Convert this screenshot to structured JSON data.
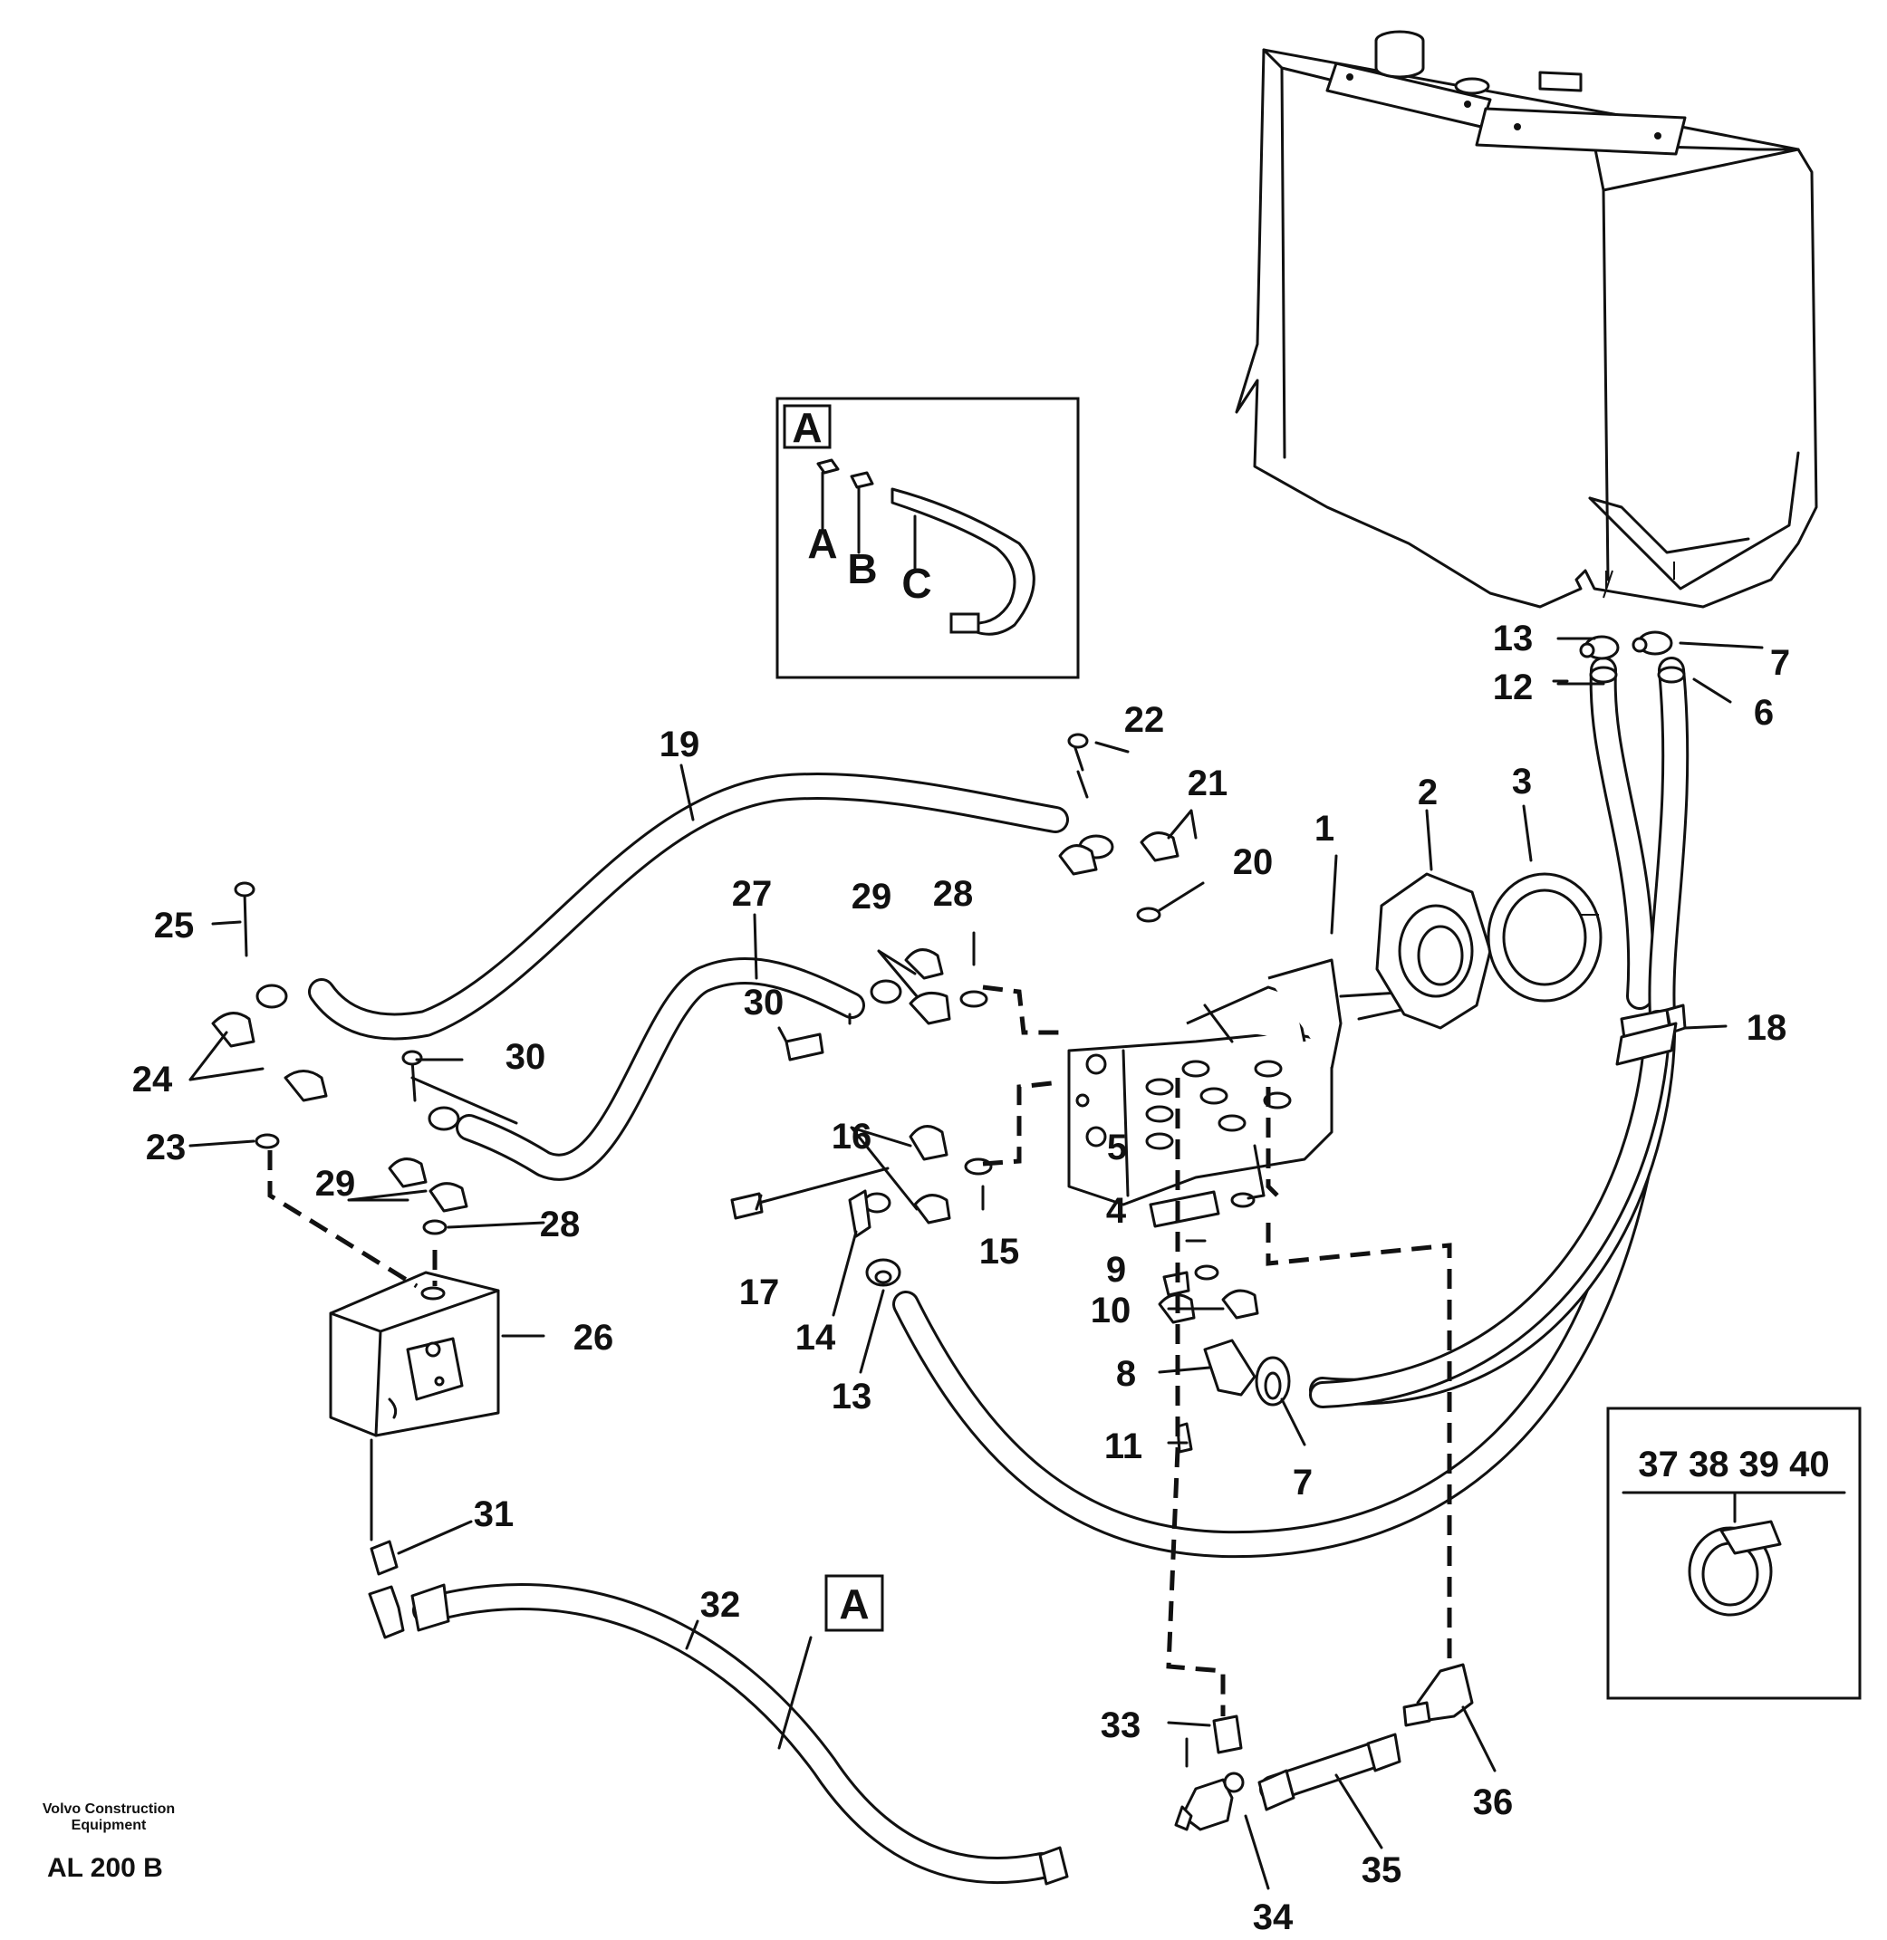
{
  "labels": [
    {
      "id": "1",
      "text": "1"
    },
    {
      "id": "2",
      "text": "2"
    },
    {
      "id": "3",
      "text": "3"
    },
    {
      "id": "4",
      "text": "4"
    },
    {
      "id": "5",
      "text": "5"
    },
    {
      "id": "6",
      "text": "6"
    },
    {
      "id": "7a",
      "text": "7"
    },
    {
      "id": "7b",
      "text": "7"
    },
    {
      "id": "8",
      "text": "8"
    },
    {
      "id": "9",
      "text": "9"
    },
    {
      "id": "10",
      "text": "10"
    },
    {
      "id": "11",
      "text": "11"
    },
    {
      "id": "12",
      "text": "12"
    },
    {
      "id": "13a",
      "text": "13"
    },
    {
      "id": "13b",
      "text": "13"
    },
    {
      "id": "14",
      "text": "14"
    },
    {
      "id": "15",
      "text": "15"
    },
    {
      "id": "16",
      "text": "16"
    },
    {
      "id": "17",
      "text": "17"
    },
    {
      "id": "18",
      "text": "18"
    },
    {
      "id": "19",
      "text": "19"
    },
    {
      "id": "20",
      "text": "20"
    },
    {
      "id": "21",
      "text": "21"
    },
    {
      "id": "22",
      "text": "22"
    },
    {
      "id": "23",
      "text": "23"
    },
    {
      "id": "24",
      "text": "24"
    },
    {
      "id": "25",
      "text": "25"
    },
    {
      "id": "26",
      "text": "26"
    },
    {
      "id": "27",
      "text": "27"
    },
    {
      "id": "28a",
      "text": "28"
    },
    {
      "id": "28b",
      "text": "28"
    },
    {
      "id": "29a",
      "text": "29"
    },
    {
      "id": "29b",
      "text": "29"
    },
    {
      "id": "30a",
      "text": "30"
    },
    {
      "id": "30b",
      "text": "30"
    },
    {
      "id": "31",
      "text": "31"
    },
    {
      "id": "32",
      "text": "32"
    },
    {
      "id": "33",
      "text": "33"
    },
    {
      "id": "34",
      "text": "34"
    },
    {
      "id": "35",
      "text": "35"
    },
    {
      "id": "36",
      "text": "36"
    }
  ],
  "detail_a": {
    "tag": "A",
    "items": [
      "A",
      "B",
      "C"
    ]
  },
  "callout_a": "A",
  "clamp_box": {
    "numbers": "37 38 39 40"
  },
  "footer": {
    "company_line1": "Volvo Construction",
    "company_line2": "Equipment",
    "code": "AL 200 B"
  }
}
